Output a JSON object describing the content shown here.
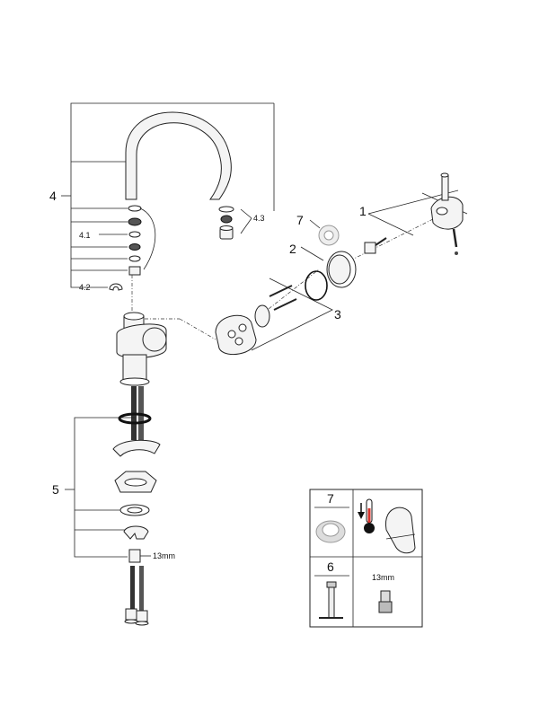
{
  "labels": {
    "part_1": "1",
    "part_2": "2",
    "part_3": "3",
    "part_4": "4",
    "part_4_1": "4.1",
    "part_4_2": "4.2",
    "part_4_3": "4.3",
    "part_5": "5",
    "part_7": "7",
    "wrench_size_main": "13mm"
  },
  "legend": {
    "cell_7_label": "7",
    "cell_6_label": "6",
    "cell_wrench_label": "13mm"
  },
  "colors": {
    "line": "#222222",
    "thermometer_red": "#d8342c",
    "hose_dark": "#333333"
  }
}
